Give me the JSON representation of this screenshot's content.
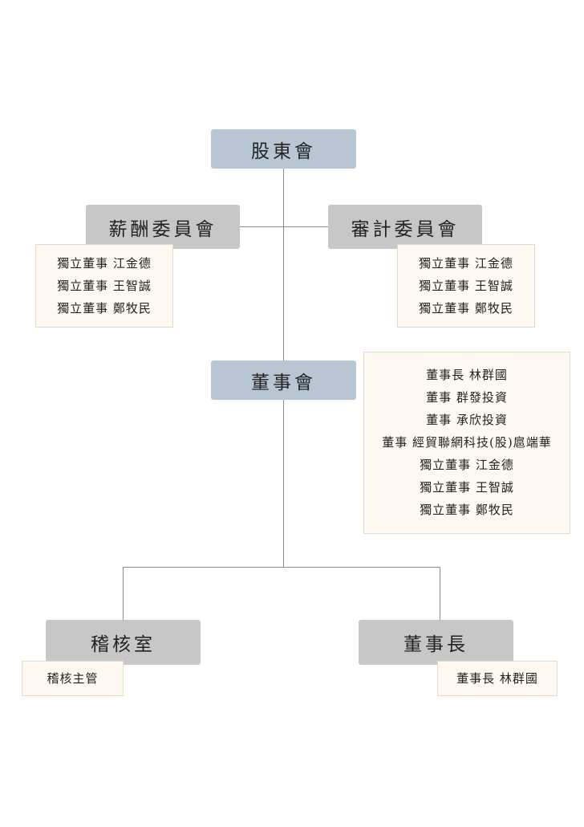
{
  "colors": {
    "primary_node_bg": "#b8c6d3",
    "secondary_node_bg": "#c7c7c7",
    "member_box_bg": "#fdf8f1",
    "member_box_border": "#ead9c3",
    "connector": "#8a8a8a"
  },
  "nodes": {
    "shareholders": "股東會",
    "compensation_committee": "薪酬委員會",
    "audit_committee": "審計委員會",
    "board": "董事會",
    "internal_audit": "稽核室",
    "chairman": "董事長"
  },
  "members": {
    "compensation_committee": [
      "獨立董事 江金德",
      "獨立董事 王智誠",
      "獨立董事 鄭牧民"
    ],
    "audit_committee": [
      "獨立董事 江金德",
      "獨立董事 王智誠",
      "獨立董事 鄭牧民"
    ],
    "board": [
      "董事長 林群國",
      "董事 群發投資",
      "董事 承欣投資",
      "董事 經貿聯網科技(股)扈端華",
      "獨立董事 江金德",
      "獨立董事 王智誠",
      "獨立董事 鄭牧民"
    ],
    "internal_audit": [
      "稽核主管"
    ],
    "chairman": [
      "董事長 林群國"
    ]
  }
}
